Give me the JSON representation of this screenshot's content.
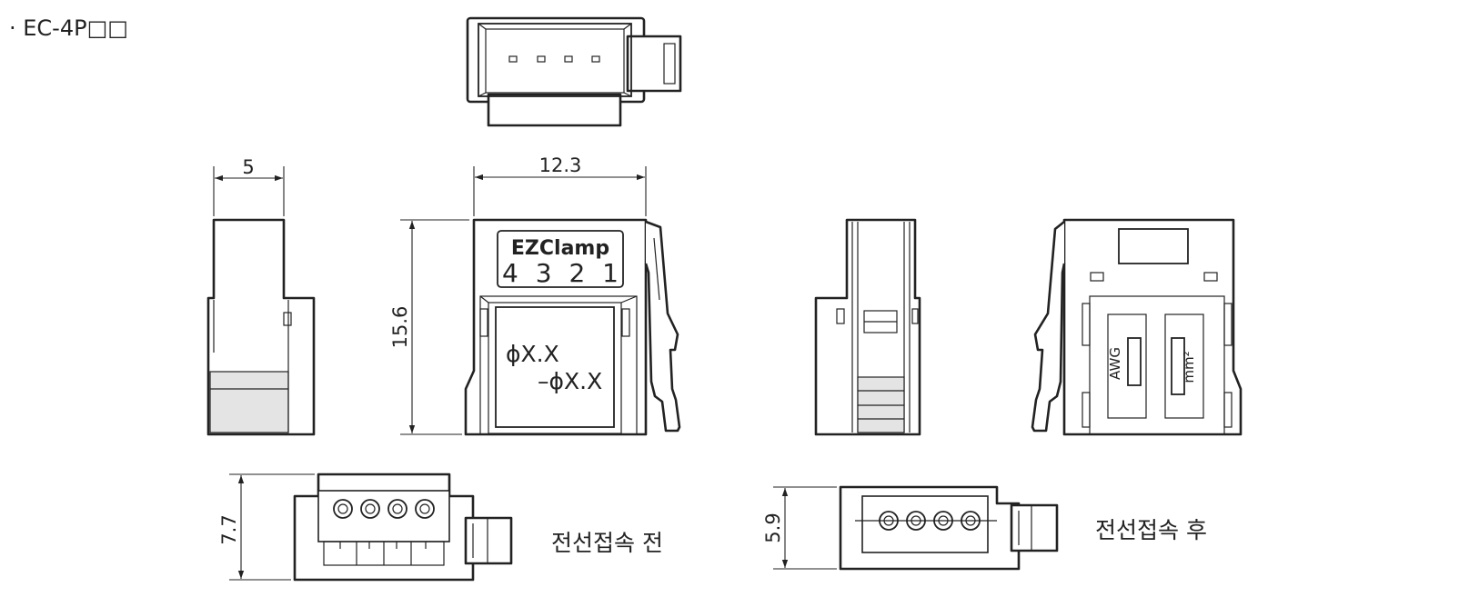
{
  "title": "· EC-4P□□",
  "dimensions": {
    "side_width": "5",
    "front_width": "12.3",
    "front_height": "15.6",
    "before_height": "7.7",
    "after_height": "5.9"
  },
  "front_label": {
    "brand": "EZClamp",
    "pins": "4 3 2 1",
    "wire_dia": "ϕX.X",
    "insulation_dia": "–ϕX.X"
  },
  "back_label": {
    "awg": "AWG",
    "mm2": "mm²"
  },
  "captions": {
    "before": "전선접속 전",
    "after": "전선접속 후"
  }
}
